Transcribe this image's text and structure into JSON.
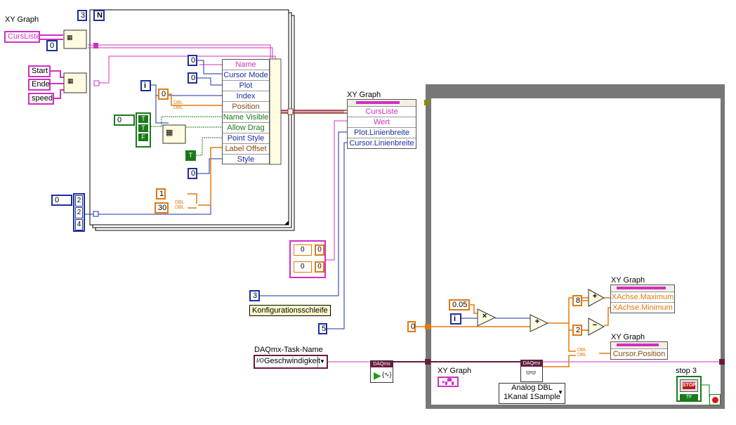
{
  "controls": {
    "xy_graph_ref_label": "XY Graph",
    "curs_liste": "CursListe",
    "start": "Start",
    "ende": "Ende",
    "speed": "speed"
  },
  "for_loop": {
    "count_terminal": "N",
    "count_value": "3",
    "iteration_terminal": "i"
  },
  "constants": {
    "index_zero": "0",
    "cursor_mode": "0",
    "plot": "0",
    "position_zero": "0",
    "bool_array_num": "0",
    "bool_t1": "T",
    "bool_t2": "T",
    "bool_f": "F",
    "allow_drag": "T",
    "style_zero": "0",
    "label_offset_1": "1",
    "label_offset_30": "30",
    "style_array_num": "0",
    "style_array_v1": "2",
    "style_array_v2": "2",
    "style_array_v3": "4",
    "wert_array_n1": "0",
    "wert_array_v1": "0",
    "wert_array_n2": "0",
    "wert_array_v2": "0",
    "plot_linienbreite": "3",
    "cursor_linienbreite": "5",
    "outer_zero": "0",
    "multiplier": "0.05",
    "max_offset": "8",
    "min_offset": "2",
    "while_iteration": "i",
    "dbl_1": "DBL",
    "dbl_2": "DBL",
    "dbl_3": "DBL",
    "dbl_4": "DBL",
    "dbl_5": "DBL",
    "dbl_6": "DBL"
  },
  "inner_bundler": {
    "rows": [
      "Name",
      "Cursor Mode",
      "Plot",
      "Index",
      "Position",
      "Name Visible",
      "Allow Drag",
      "Point Style",
      "Label Offset",
      "Style"
    ]
  },
  "property_node_1": {
    "title": "XY Graph",
    "rows": [
      "CursListe",
      "Wert",
      "Plot.Linienbreite",
      "Cursor.Linienbreite"
    ]
  },
  "property_node_2": {
    "title": "XY Graph",
    "rows": [
      "XAchse.Maximum",
      "XAchse.Minimum"
    ]
  },
  "property_node_3": {
    "title": "XY Graph",
    "rows": [
      "Cursor.Position"
    ]
  },
  "comment": "Konfigurationsschleife",
  "daqmx": {
    "task_label": "DAQmx-Task-Name",
    "task_value": "Geschwindigkeit",
    "io_icon": "I/O",
    "start_badge": "DAQmx",
    "read_badge": "DAQmx",
    "read_mode": "Analog DBL",
    "read_mode_2": "1Kanal 1Sample"
  },
  "while_loop": {
    "xy_graph_label": "XY Graph",
    "stop_label": "stop 3",
    "stop_text": "STOP",
    "stop_tf": "TF"
  },
  "colors": {
    "integer": "#1a2fa0",
    "double": "#e07a10",
    "string": "#d030c0",
    "boolean": "#1a7a1a",
    "cluster": "#8a4a10",
    "task": "#6a1a40",
    "loop_frame": "#777777"
  }
}
